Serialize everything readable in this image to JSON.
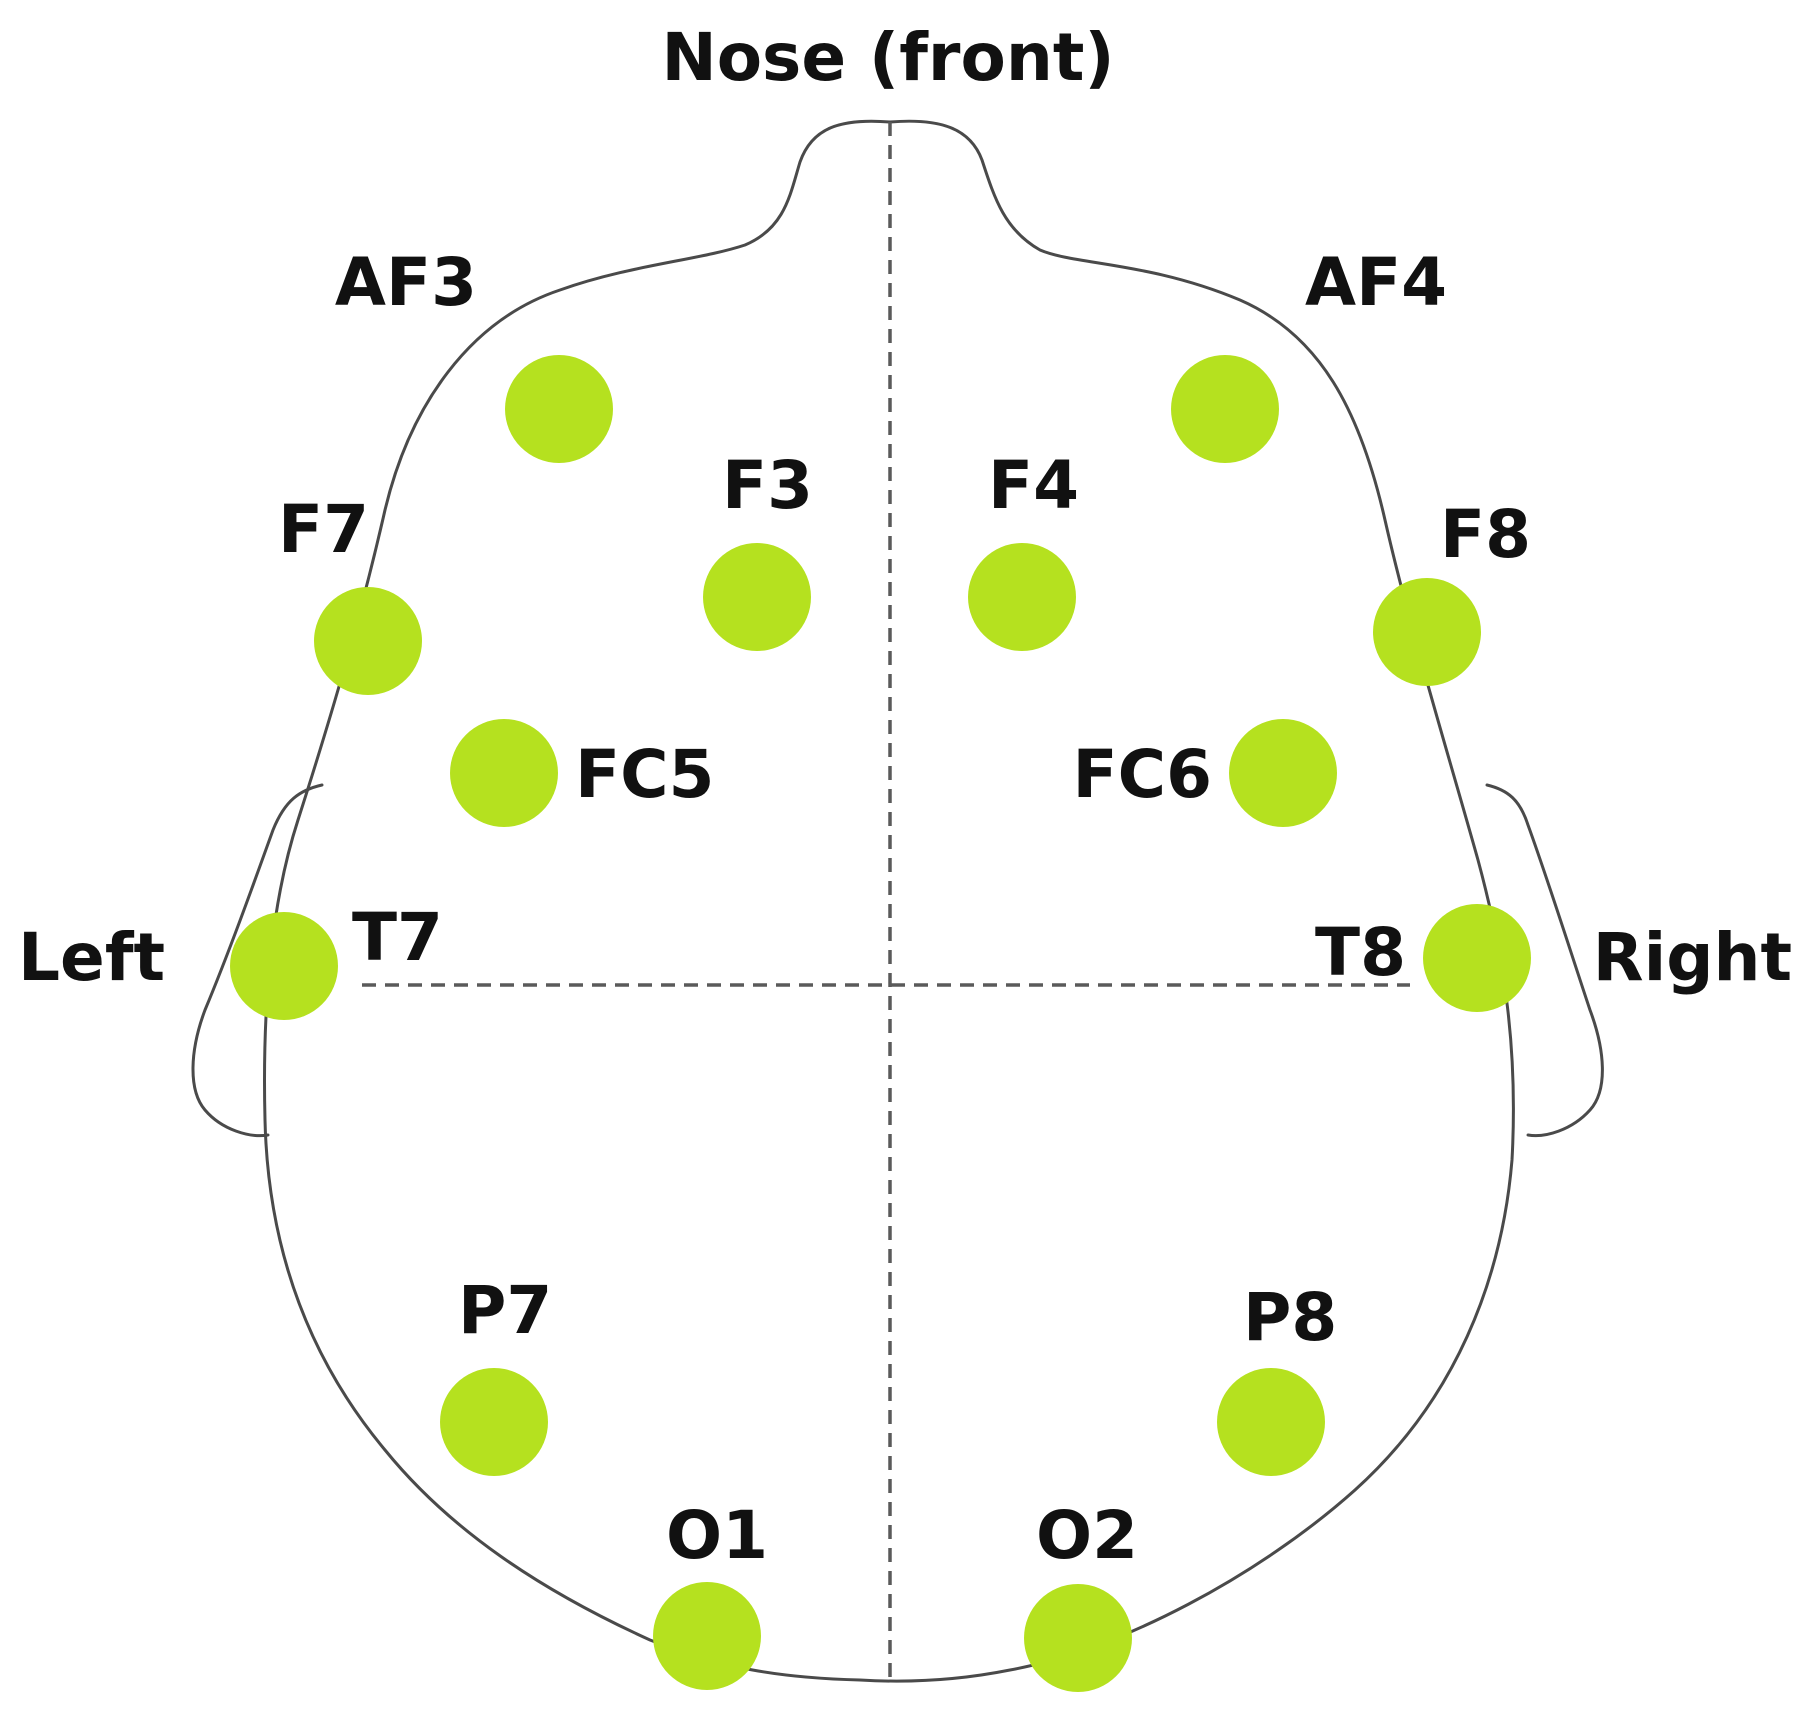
{
  "labels": {
    "front": "Nose (front)",
    "left": "Left",
    "right": "Right"
  },
  "colors": {
    "electrode": "#b5e11f",
    "outline": "#4a4a4a",
    "midline": "#5a5a5a",
    "text": "#111111"
  },
  "electrodes": [
    {
      "id": "af3",
      "label": "AF3"
    },
    {
      "id": "af4",
      "label": "AF4"
    },
    {
      "id": "f3",
      "label": "F3"
    },
    {
      "id": "f4",
      "label": "F4"
    },
    {
      "id": "f7",
      "label": "F7"
    },
    {
      "id": "f8",
      "label": "F8"
    },
    {
      "id": "fc5",
      "label": "FC5"
    },
    {
      "id": "fc6",
      "label": "FC6"
    },
    {
      "id": "t7",
      "label": "T7"
    },
    {
      "id": "t8",
      "label": "T8"
    },
    {
      "id": "p7",
      "label": "P7"
    },
    {
      "id": "p8",
      "label": "P8"
    },
    {
      "id": "o1",
      "label": "O1"
    },
    {
      "id": "o2",
      "label": "O2"
    }
  ]
}
